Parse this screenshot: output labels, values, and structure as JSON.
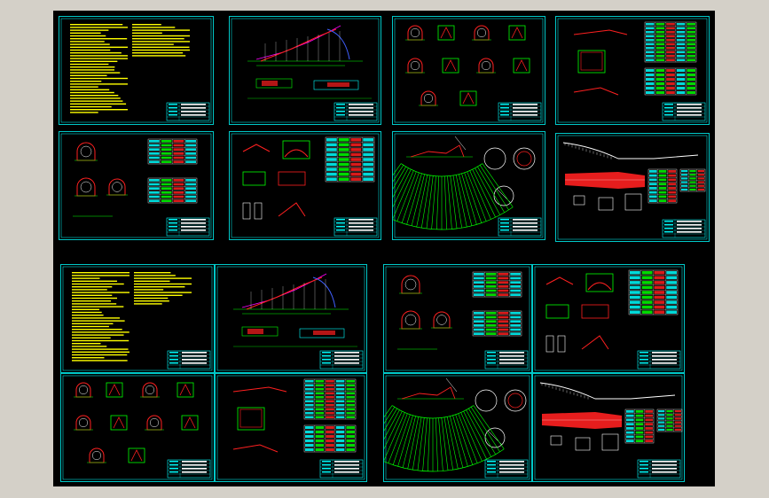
{
  "app": {
    "title": ""
  },
  "canvas": {
    "background": "#000000",
    "frame_color": "#00c8c8"
  },
  "colors": {
    "notes": "#ffff00",
    "green": "#00ff00",
    "red": "#ff2020",
    "cyan": "#00ffff",
    "white": "#ffffff",
    "magenta": "#ff00ff",
    "blue": "#4060ff"
  },
  "sheets": [
    {
      "id": "s1",
      "kind": "notes"
    },
    {
      "id": "s2",
      "kind": "profile"
    },
    {
      "id": "s3",
      "kind": "sections"
    },
    {
      "id": "s4",
      "kind": "tables"
    },
    {
      "id": "s5",
      "kind": "sections2"
    },
    {
      "id": "s6",
      "kind": "details"
    },
    {
      "id": "s7",
      "kind": "fan"
    },
    {
      "id": "s8",
      "kind": "longprofile"
    },
    {
      "id": "s9",
      "kind": "notes"
    },
    {
      "id": "s10",
      "kind": "profile"
    },
    {
      "id": "s11",
      "kind": "sections2"
    },
    {
      "id": "s12",
      "kind": "details"
    },
    {
      "id": "s13",
      "kind": "sections"
    },
    {
      "id": "s14",
      "kind": "tables"
    },
    {
      "id": "s15",
      "kind": "fan"
    },
    {
      "id": "s16",
      "kind": "longprofile"
    }
  ]
}
